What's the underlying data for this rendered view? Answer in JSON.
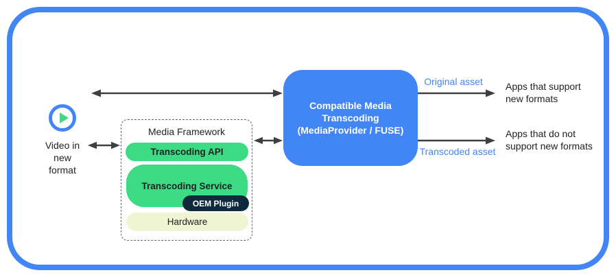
{
  "video_source": {
    "icon": "play-icon",
    "label_lines": [
      "Video in",
      "new",
      "format"
    ]
  },
  "media_framework": {
    "title": "Media Framework",
    "layers": {
      "api": "Transcoding API",
      "service": "Transcoding Service",
      "oem_plugin": "OEM Plugin",
      "hardware": "Hardware"
    }
  },
  "transcoding_box": {
    "title_lines": [
      "Compatible Media",
      "Transcoding",
      "(MediaProvider / FUSE)"
    ]
  },
  "flows": {
    "original_asset": "Original asset",
    "transcoded_asset": "Transcoded asset"
  },
  "consumers": {
    "supporting": [
      "Apps that support",
      "new formats"
    ],
    "non_supporting": [
      "Apps that do not",
      "support new formats"
    ]
  },
  "colors": {
    "accent_blue": "#4285f4",
    "android_green": "#3ddc84",
    "oem_dark": "#0e2a3c",
    "hardware_cream": "#eff5d3",
    "arrow_gray": "#3c4043",
    "text_dark": "#202124"
  }
}
